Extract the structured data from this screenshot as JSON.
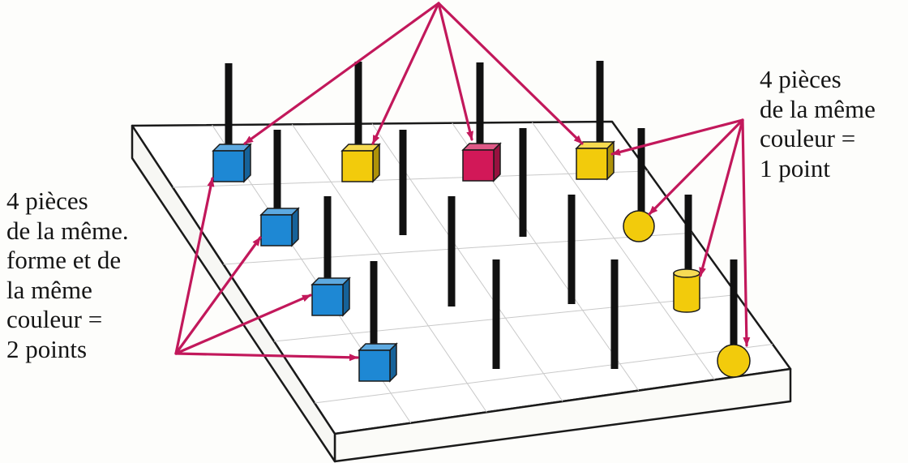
{
  "captions": {
    "two_points": {
      "lines": [
        "4 pièces",
        "de la même.",
        "forme et de",
        "la même",
        "couleur =",
        "2 points"
      ]
    },
    "one_point": {
      "lines": [
        "4 pièces",
        "de la même",
        "couleur =",
        "1 point"
      ]
    }
  },
  "colors": {
    "arrow": "#c2185b",
    "peg": "#111111",
    "blue": "#1e88d4",
    "yellow": "#f2cb0c",
    "red": "#d21858",
    "board_line": "#1a1a1a",
    "grid_line": "#c9c9c9"
  },
  "pieces": [
    {
      "id": "piece-blue-cube-1",
      "shape": "cube",
      "color": "blue"
    },
    {
      "id": "piece-yellow-cube-1",
      "shape": "cube",
      "color": "yellow"
    },
    {
      "id": "piece-red-cube",
      "shape": "cube",
      "color": "red"
    },
    {
      "id": "piece-yellow-cube-2",
      "shape": "cube",
      "color": "yellow"
    },
    {
      "id": "piece-blue-cube-2",
      "shape": "cube",
      "color": "blue"
    },
    {
      "id": "piece-yellow-ball-1",
      "shape": "sphere",
      "color": "yellow"
    },
    {
      "id": "piece-blue-cube-3",
      "shape": "cube",
      "color": "blue"
    },
    {
      "id": "piece-yellow-cylinder",
      "shape": "cylinder",
      "color": "yellow"
    },
    {
      "id": "piece-blue-cube-4",
      "shape": "cube",
      "color": "blue"
    },
    {
      "id": "piece-yellow-ball-2",
      "shape": "sphere",
      "color": "yellow"
    }
  ]
}
